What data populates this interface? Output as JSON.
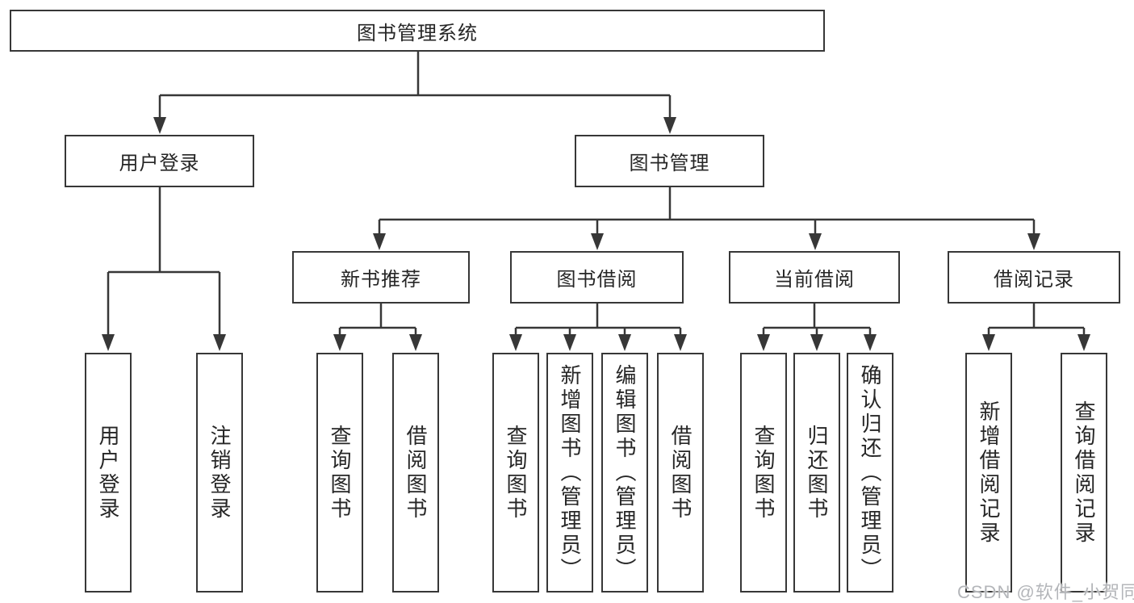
{
  "tree": {
    "root": {
      "label": "图书管理系统",
      "children": [
        {
          "label": "用户登录",
          "children": [
            {
              "label": "用户登录"
            },
            {
              "label": "注销登录"
            }
          ]
        },
        {
          "label": "图书管理",
          "children": [
            {
              "label": "新书推荐",
              "children": [
                {
                  "label": "查询图书"
                },
                {
                  "label": "借阅图书"
                }
              ]
            },
            {
              "label": "图书借阅",
              "children": [
                {
                  "label": "查询图书"
                },
                {
                  "label": "新增图书（管理员）"
                },
                {
                  "label": "编辑图书（管理员）"
                },
                {
                  "label": "借阅图书"
                }
              ]
            },
            {
              "label": "当前借阅",
              "children": [
                {
                  "label": "查询图书"
                },
                {
                  "label": "归还图书"
                },
                {
                  "label": "确认归还（管理员）"
                }
              ]
            },
            {
              "label": "借阅记录",
              "children": [
                {
                  "label": "新增借阅记录"
                },
                {
                  "label": "查询借阅记录"
                }
              ]
            }
          ]
        }
      ]
    }
  },
  "watermark": "CSDN @软件_小贺同学",
  "colors": {
    "line": "#373737",
    "border": "#373737",
    "text": "#262626",
    "background": "#ffffff",
    "watermark": "#b4b6ba"
  }
}
